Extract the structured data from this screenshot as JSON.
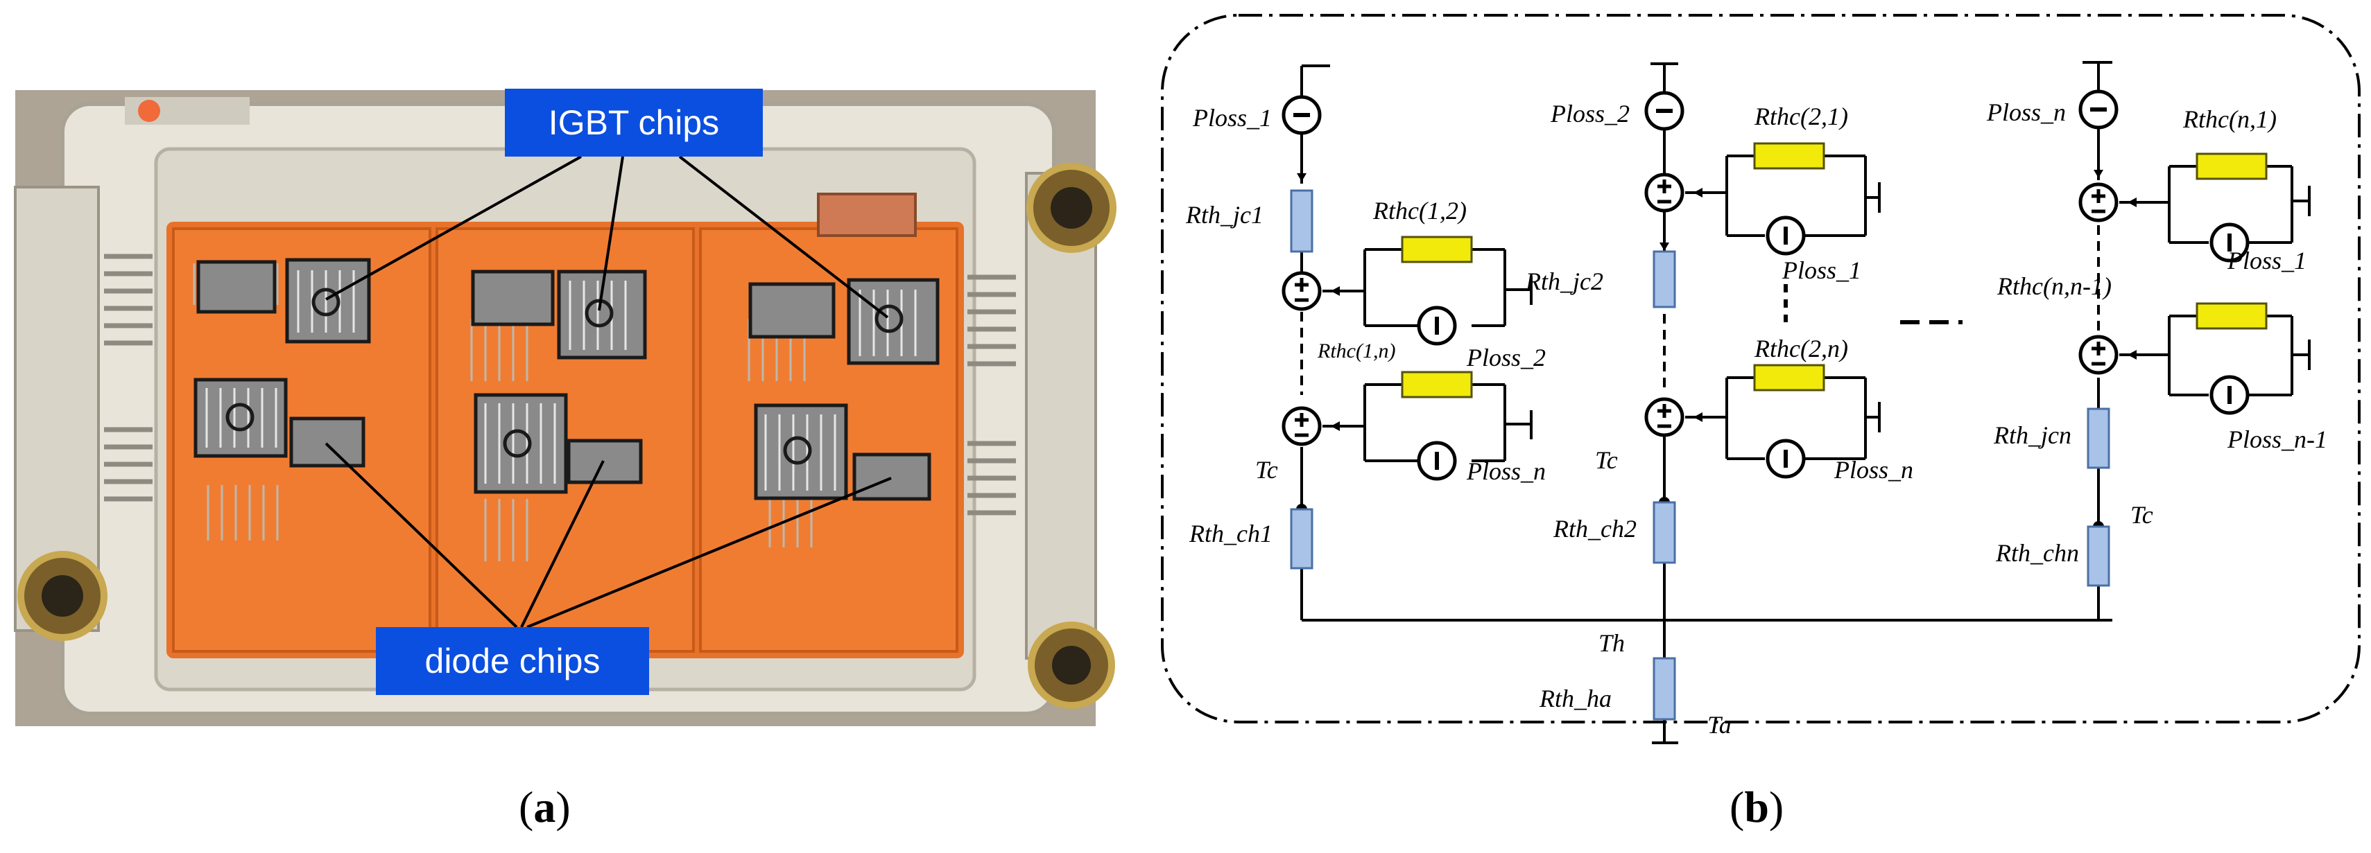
{
  "panel_a": {
    "callout_top": "IGBT chips",
    "callout_bottom": "diode chips",
    "caption": {
      "open": "(",
      "letter": "a",
      "close": ")"
    }
  },
  "panel_b": {
    "caption": {
      "open": "(",
      "letter": "b",
      "close": ")"
    },
    "col1": {
      "ploss": "Ploss_1",
      "rjc": "Rth_jc1",
      "rthc_a": "Rthc(1,2)",
      "ploss_a": "Ploss_2",
      "rthc_b": "Rthc(1,n)",
      "ploss_b": "Ploss_n",
      "tc": "Tc",
      "rch": "Rth_ch1"
    },
    "col2": {
      "ploss": "Ploss_2",
      "rthc_a": "Rthc(2,1)",
      "ploss_a": "Ploss_1",
      "rjc": "Rth_jc2",
      "rthc_b": "Rthc(2,n)",
      "ploss_b": "Ploss_n",
      "tc": "Tc",
      "rch": "Rth_ch2"
    },
    "col3": {
      "ploss": "Ploss_n",
      "rthc_a": "Rthc(n,1)",
      "ploss_a": "Ploss_1",
      "rthc_b": "Rthc(n,n-1)",
      "ploss_b": "Ploss_n-1",
      "rjc": "Rth_jcn",
      "tc": "Tc",
      "rch": "Rth_chn"
    },
    "th": "Th",
    "rha": "Rth_ha",
    "ta": "Ta"
  }
}
